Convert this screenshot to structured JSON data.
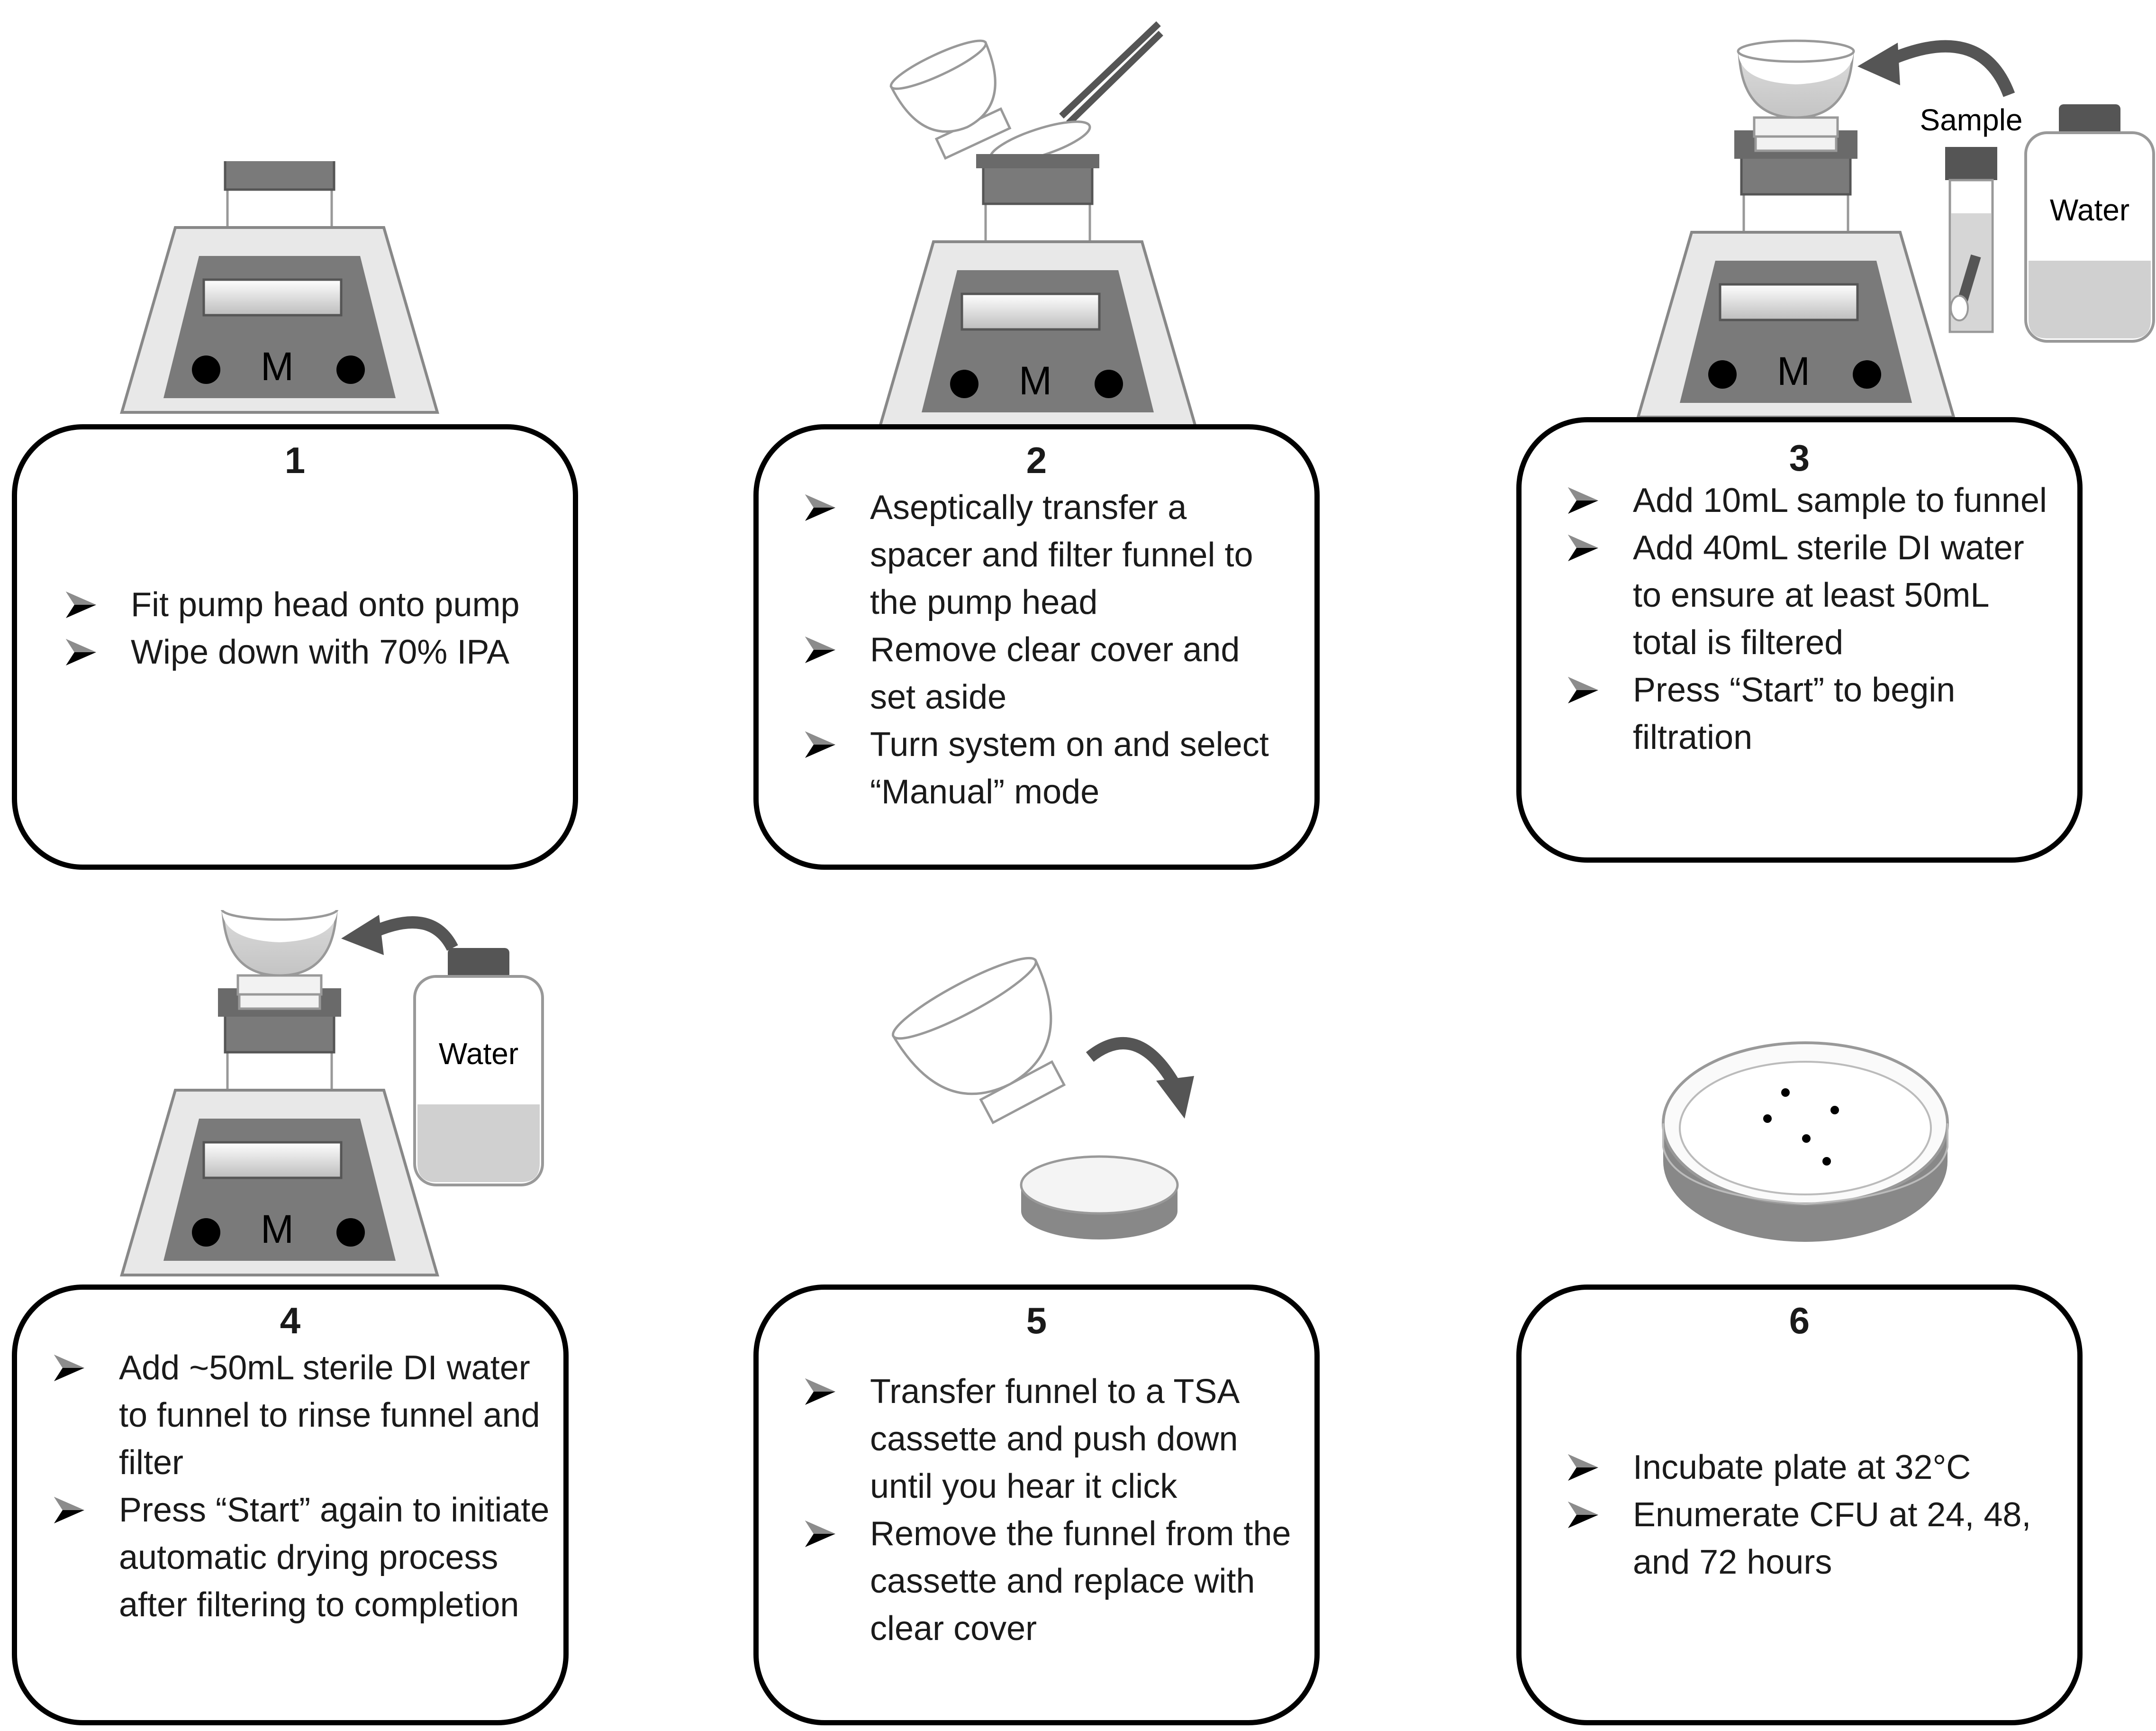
{
  "steps": [
    {
      "number": "1",
      "bullets": [
        "Fit pump head onto pump",
        "Wipe down with 70% IPA"
      ]
    },
    {
      "number": "2",
      "bullets": [
        "Aseptically transfer a spacer and filter funnel to the pump head",
        "Remove clear cover and set aside",
        "Turn system on and select “Manual” mode"
      ]
    },
    {
      "number": "3",
      "bullets": [
        "Add 10mL sample to funnel",
        "Add 40mL sterile DI water to ensure at least 50mL total is filtered",
        "Press “Start” to begin filtration"
      ]
    },
    {
      "number": "4",
      "bullets": [
        "Add ~50mL sterile DI water to funnel to rinse funnel and filter",
        "Press “Start” again to initiate automatic drying process after filtering to completion"
      ]
    },
    {
      "number": "5",
      "bullets": [
        "Transfer funnel to a TSA cassette and push down until you hear it click",
        "Remove the funnel from the cassette and replace with clear cover"
      ]
    },
    {
      "number": "6",
      "bullets": [
        "Incubate plate at 32°C",
        "Enumerate CFU at 24, 48, and 72 hours"
      ]
    }
  ],
  "labels": {
    "pump_mode": "M",
    "water": "Water",
    "sample": "Sample"
  },
  "colors": {
    "pump_body": "#7a7a7a",
    "pump_base": "#e6e6e6",
    "dark": "#555555",
    "liquid": "#c8c8c8",
    "outline": "#000000"
  }
}
